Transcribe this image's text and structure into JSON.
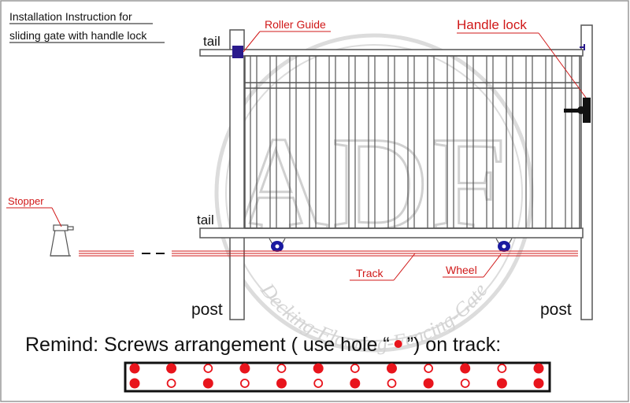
{
  "title": {
    "line1": "Installation Instruction for",
    "line2": "sliding gate with handle lock"
  },
  "labels": {
    "roller_guide": "Roller Guide",
    "handle_lock": "Handle lock",
    "tail_top": "tail",
    "tail_bottom": "tail",
    "stopper": "Stopper",
    "track": "Track",
    "wheel": "Wheel",
    "post_left": "post",
    "post_right": "post"
  },
  "watermark": {
    "letters": "ADF",
    "ring_text": "Decking-Flooring-Fencing-Gate"
  },
  "remind": {
    "before": "Remind: Screws arrangement ( use hole “",
    "after": "”) on track:"
  },
  "screw_rows": {
    "top": [
      "used",
      "used",
      "open",
      "used",
      "open",
      "used",
      "open",
      "used",
      "open",
      "used",
      "open",
      "used"
    ],
    "bottom": [
      "used",
      "open",
      "used",
      "open",
      "used",
      "open",
      "used",
      "open",
      "used",
      "open",
      "used",
      "used"
    ]
  },
  "colors": {
    "label_red": "#d01818",
    "dot_red": "#e8141c",
    "roller_purple": "#2a1a8c",
    "wheel_blue": "#1a1aa0",
    "line": "#555555",
    "watermark": "#d8d8d8"
  }
}
